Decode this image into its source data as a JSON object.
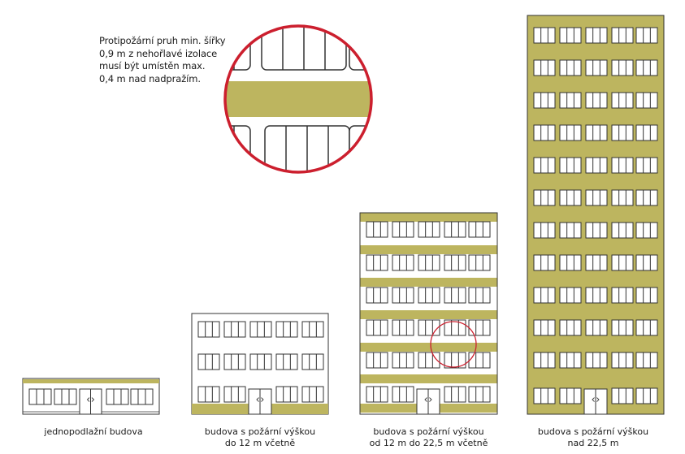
{
  "callout": {
    "lines": [
      "Protipožární pruh min. šířky",
      "0,9 m z nehořlavé izolace",
      "musí být umístěn max.",
      "0,4 m nad nadpražím."
    ]
  },
  "buildings": [
    {
      "id": "single-storey",
      "caption": [
        "jednopodlažní budova"
      ]
    },
    {
      "id": "up-to-12m",
      "caption": [
        "budova s požární výškou",
        "do 12 m včetně"
      ]
    },
    {
      "id": "12-to-22-5m",
      "caption": [
        "budova s požární výškou",
        "od 12 m do 22,5 m včetně"
      ]
    },
    {
      "id": "over-22-5m",
      "caption": [
        "budova s požární výškou",
        "nad 22,5 m"
      ]
    }
  ],
  "colors": {
    "fire_strip": "#bdb55f",
    "outline": "#333333",
    "highlight_circle": "#cc1f2e",
    "wall": "#ffffff"
  }
}
